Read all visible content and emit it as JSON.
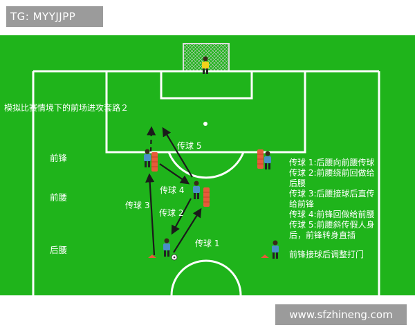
{
  "top_tag": "TG: MYYJJPP",
  "watermark": "www.sfzhineng.com",
  "title": "模拟比赛情境下的前场进攻套路２",
  "row_labels": {
    "forward": "前锋",
    "midfield": "前腰",
    "back": "后腰"
  },
  "pass_labels": {
    "p1": "传球 1",
    "p2": "传球 2",
    "p3": "传球 3",
    "p4": "传球 4",
    "p5": "传球 5"
  },
  "legend": [
    "传球 1:后腰向前腰传球",
    "传球 2:前腰绕前回做给",
    "后腰",
    "传球 3:后腰接球后直传",
    "给前锋",
    "传球 4:前锋回做给前腰",
    "传球 5:前腰斜传假人身",
    "后，前锋转身直插"
  ],
  "note": "前锋接球后调整打门",
  "colors": {
    "pitch": "#1fb41b",
    "lines": "#ffffff",
    "arrows": "#1a1a1a",
    "dummy": "#e85a3a",
    "player_shirt": "#4a90c8",
    "keeper_shirt": "#f2d21b"
  }
}
